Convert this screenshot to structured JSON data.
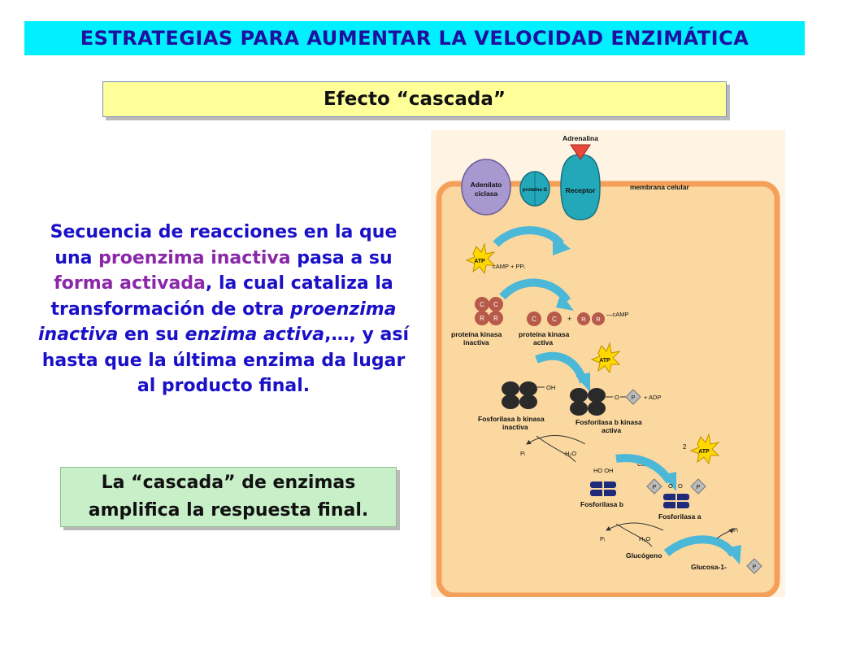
{
  "slide": {
    "title": "ESTRATEGIAS PARA AUMENTAR LA VELOCIDAD ENZIMÁTICA",
    "subtitle": "Efecto “cascada”"
  },
  "description": {
    "t1": "Secuencia de reacciones en la que una ",
    "proenzima_inactiva": "proenzima inactiva",
    "t2": " pasa a su ",
    "forma_activada": "forma activada",
    "t3": ", la cual cataliza la transformación de otra ",
    "proenzima_inactiva_2": "proenzima inactiva",
    "t4": " en su ",
    "enzima_activa": "enzima activa",
    "t5": ",…, y así hasta que la última enzima da lugar al producto final."
  },
  "conclusion": {
    "line1": "La “cascada” de enzimas",
    "line2": "amplifica la respuesta final."
  },
  "diagram": {
    "adrenalina": "Adrenalina",
    "adenilato_1": "Adenilato",
    "adenilato_2": "ciclasa",
    "proteina_g": "proteína G",
    "receptor": "Receptor",
    "membrana": "membrana celular",
    "atp": "ATP",
    "camp_ppi": "cAMP + PPᵢ",
    "c": "C",
    "r": "R",
    "plus_camp": "+",
    "camp": "cAMP",
    "pk_inactiva_1": "proteína kinasa",
    "pk_inactiva_2": "inactiva",
    "pk_activa_1": "proteína kinasa",
    "pk_activa_2": "activa",
    "oh": "OH",
    "o": "O",
    "p": "P",
    "plus_adp": "+ ADP",
    "fbk_inactiva_1": "Fosforilasa b kinasa",
    "fbk_inactiva_2": "inactiva",
    "fbk_activa_1": "Fosforilasa b kinasa",
    "fbk_activa_2": "activa",
    "pi": "Pᵢ",
    "h2o": "H₂O",
    "ho_oh": "HO  OH",
    "ca": "Ca²⁺",
    "dos": "2",
    "fosforilasa_b": "Fosforilasa b",
    "fosforilasa_a": "Fosforilasa a",
    "glucogeno": "Glucógeno",
    "glucosa": "Glucosa-1-",
    "colors": {
      "cell_fill": "#fbd8a0",
      "cell_border": "#f5a05a",
      "atp_star": "#ffd800",
      "arrow": "#4cb8d8",
      "subunit": "#b85a4a",
      "phosphorylase": "#202a7a",
      "receptor": "#22a8b8",
      "adenilato": "#a898d0"
    }
  }
}
